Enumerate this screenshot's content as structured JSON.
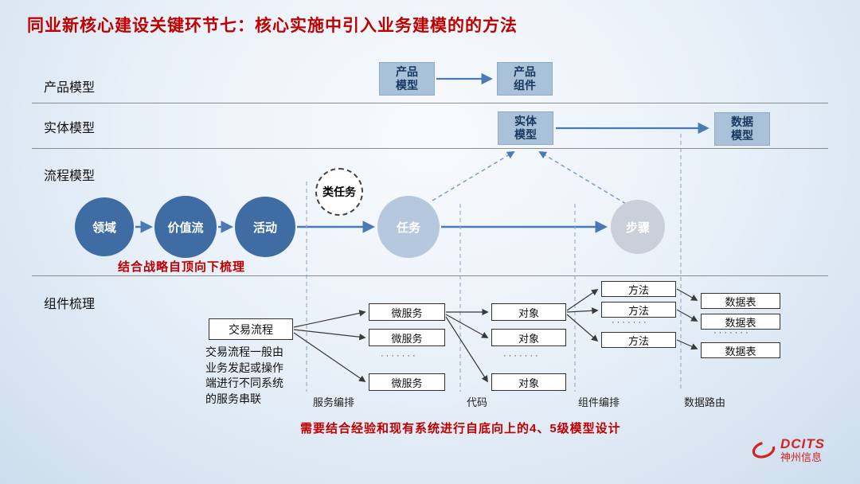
{
  "title": "同业新核心建设关键环节七：核心实施中引入业务建模的的方法",
  "row_labels": {
    "product": "产品模型",
    "entity": "实体模型",
    "process": "流程模型",
    "component": "组件梳理"
  },
  "model_boxes": {
    "product_model": "产品\n模型",
    "product_component": "产品\n组件",
    "entity_model": "实体\n模型",
    "data_model": "数据\n模型"
  },
  "process_nodes": {
    "domain": "领域",
    "value_stream": "价值流",
    "activity": "活动",
    "task_class": "类任务",
    "task": "任务",
    "step": "步骤"
  },
  "annotations": {
    "top_down": "结合战略自顶向下梳理",
    "bottom_up": "需要结合经验和现有系统进行自底向上的4、5级模型设计"
  },
  "component_section": {
    "transaction_flow": "交易流程",
    "transaction_note": "交易流程一般由业务发起或操作端进行不同系统的服务串联",
    "microservices": [
      "微服务",
      "微服务",
      "微服务"
    ],
    "objects": [
      "对象",
      "对象",
      "对象"
    ],
    "methods": [
      "方法",
      "方法",
      "方法"
    ],
    "data_tables": [
      "数据表",
      "数据表",
      "数据表"
    ],
    "ellipsis": "·······",
    "lane_labels": [
      "服务编排",
      "代码",
      "组件编排",
      "数据路由"
    ]
  },
  "logo": {
    "name": "DCITS",
    "company": "神州信息"
  },
  "colors": {
    "title_red": "#c00000",
    "box_fill": "#a9c2d9",
    "dark_circle": "#3f6da3",
    "task_circle": "#b5c8de",
    "step_circle": "#c9d0da",
    "arrow_blue": "#4a7ab5"
  }
}
